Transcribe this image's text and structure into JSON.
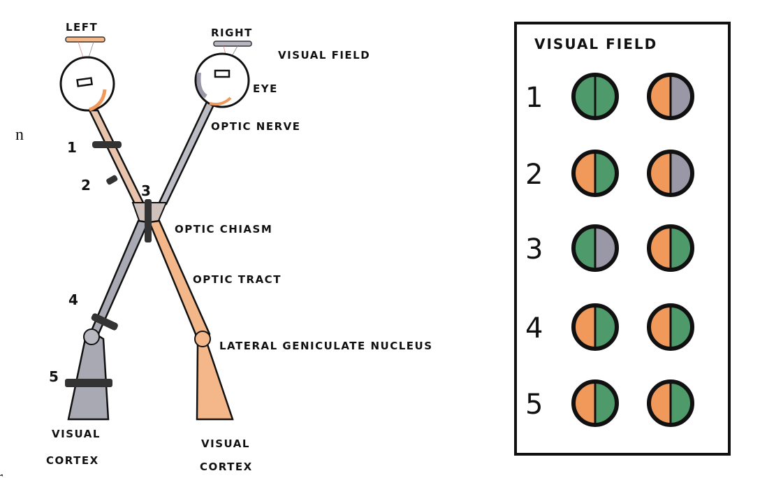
{
  "diagram": {
    "labels": {
      "left": "LEFT",
      "right": "RIGHT",
      "visual_field": "VISUAL FIELD",
      "eye": "EYE",
      "optic_nerve": "OPTIC NERVE",
      "optic_chiasm": "OPTIC CHIASM",
      "optic_tract": "OPTIC TRACT",
      "lgn": "LATERAL GENICULATE NUCLEUS",
      "visual_left": "VISUAL",
      "cortex_left": "CORTEX",
      "visual_right": "VISUAL",
      "cortex_right": "CORTEX"
    },
    "lesion_numbers": [
      "1",
      "2",
      "3",
      "4",
      "5"
    ],
    "edge_fragments": [
      "n",
      "r"
    ]
  },
  "legend": {
    "title": "VISUAL FIELD",
    "rows": [
      {
        "number": "1",
        "left_eye": [
          "green",
          "green"
        ],
        "right_eye": [
          "orange",
          "gray"
        ]
      },
      {
        "number": "2",
        "left_eye": [
          "orange",
          "green"
        ],
        "right_eye": [
          "orange",
          "gray"
        ]
      },
      {
        "number": "3",
        "left_eye": [
          "green",
          "gray"
        ],
        "right_eye": [
          "orange",
          "green"
        ]
      },
      {
        "number": "4",
        "left_eye": [
          "orange",
          "green"
        ],
        "right_eye": [
          "orange",
          "green"
        ]
      },
      {
        "number": "5",
        "left_eye": [
          "orange",
          "green"
        ],
        "right_eye": [
          "orange",
          "green"
        ]
      }
    ]
  },
  "colors": {
    "green": "#4f9a6a",
    "orange": "#f0995a",
    "gray": "#9a98a6",
    "ink": "#111111",
    "tract_gray": "#a9a9b3",
    "tract_orange": "#f4b78a"
  }
}
